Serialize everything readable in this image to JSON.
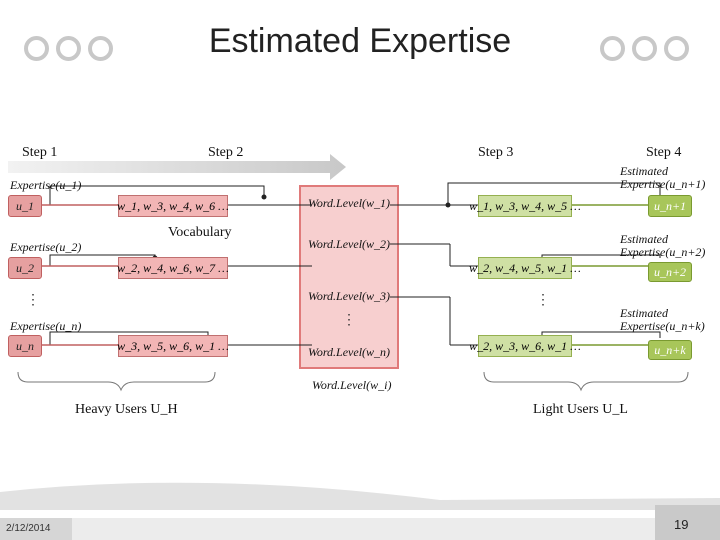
{
  "slide": {
    "title": "Estimated Expertise",
    "date": "2/12/2014",
    "page_number": "19"
  },
  "steps": [
    "Step 1",
    "Step 2",
    "Step 3",
    "Step 4"
  ],
  "heavy_users": {
    "group_label": "Heavy Users U_H",
    "rows": [
      {
        "expertise": "Expertise(u_1)",
        "user": "u_1",
        "words": "w_1, w_3, w_4, w_6 …"
      },
      {
        "expertise": "Expertise(u_2)",
        "user": "u_2",
        "words": "w_2, w_4, w_6, w_7 …"
      },
      {
        "expertise": "Expertise(u_n)",
        "user": "u_n",
        "words": "w_3, w_5, w_6, w_1 …"
      }
    ]
  },
  "vocabulary": {
    "label": "Vocabulary",
    "items": [
      "Word.Level(w_1)",
      "Word.Level(w_2)",
      "Word.Level(w_3)",
      "Word.Level(w_n)"
    ]
  },
  "light_users": {
    "group_label": "Light Users U_L",
    "rows": [
      {
        "estimated": "Estimated Expertise(u_n+1)",
        "user": "u_n+1",
        "words": "w_1, w_3, w_4, w_5 …"
      },
      {
        "estimated": "Estimated Expertise(u_n+2)",
        "user": "u_n+2",
        "words": "w_2, w_4, w_5, w_1 …"
      },
      {
        "estimated": "Estimated Expertise(u_n+k)",
        "user": "u_n+k",
        "words": "w_2, w_3, w_6, w_1 …"
      }
    ]
  },
  "free_label": "Word.Level(w_i)",
  "colors": {
    "heavy_user_fill": "#e6a0a0",
    "heavy_word_fill": "#f2b5b5",
    "vocab_fill": "#f7cfcf",
    "vocab_border": "#e07a7a",
    "light_user_fill": "#a8c65a",
    "light_word_fill": "#cfe0a4",
    "arrow": "#d0d0d0",
    "connector": "#222222"
  }
}
